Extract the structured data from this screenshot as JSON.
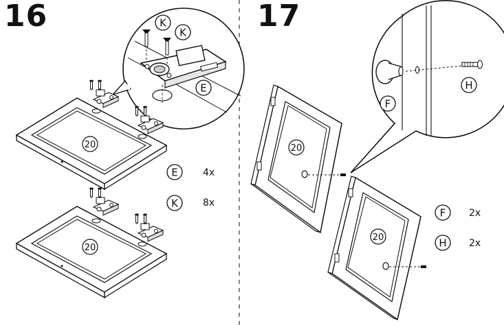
{
  "steps": [
    {
      "number": "16",
      "panel_label": "20",
      "callouts": [
        "K",
        "K",
        "E"
      ],
      "parts": [
        {
          "letter": "E",
          "qty": "4x"
        },
        {
          "letter": "K",
          "qty": "8x"
        }
      ]
    },
    {
      "number": "17",
      "panel_label": "20",
      "callouts": [
        "F",
        "H"
      ],
      "parts": [
        {
          "letter": "F",
          "qty": "2x"
        },
        {
          "letter": "H",
          "qty": "2x"
        }
      ]
    }
  ]
}
